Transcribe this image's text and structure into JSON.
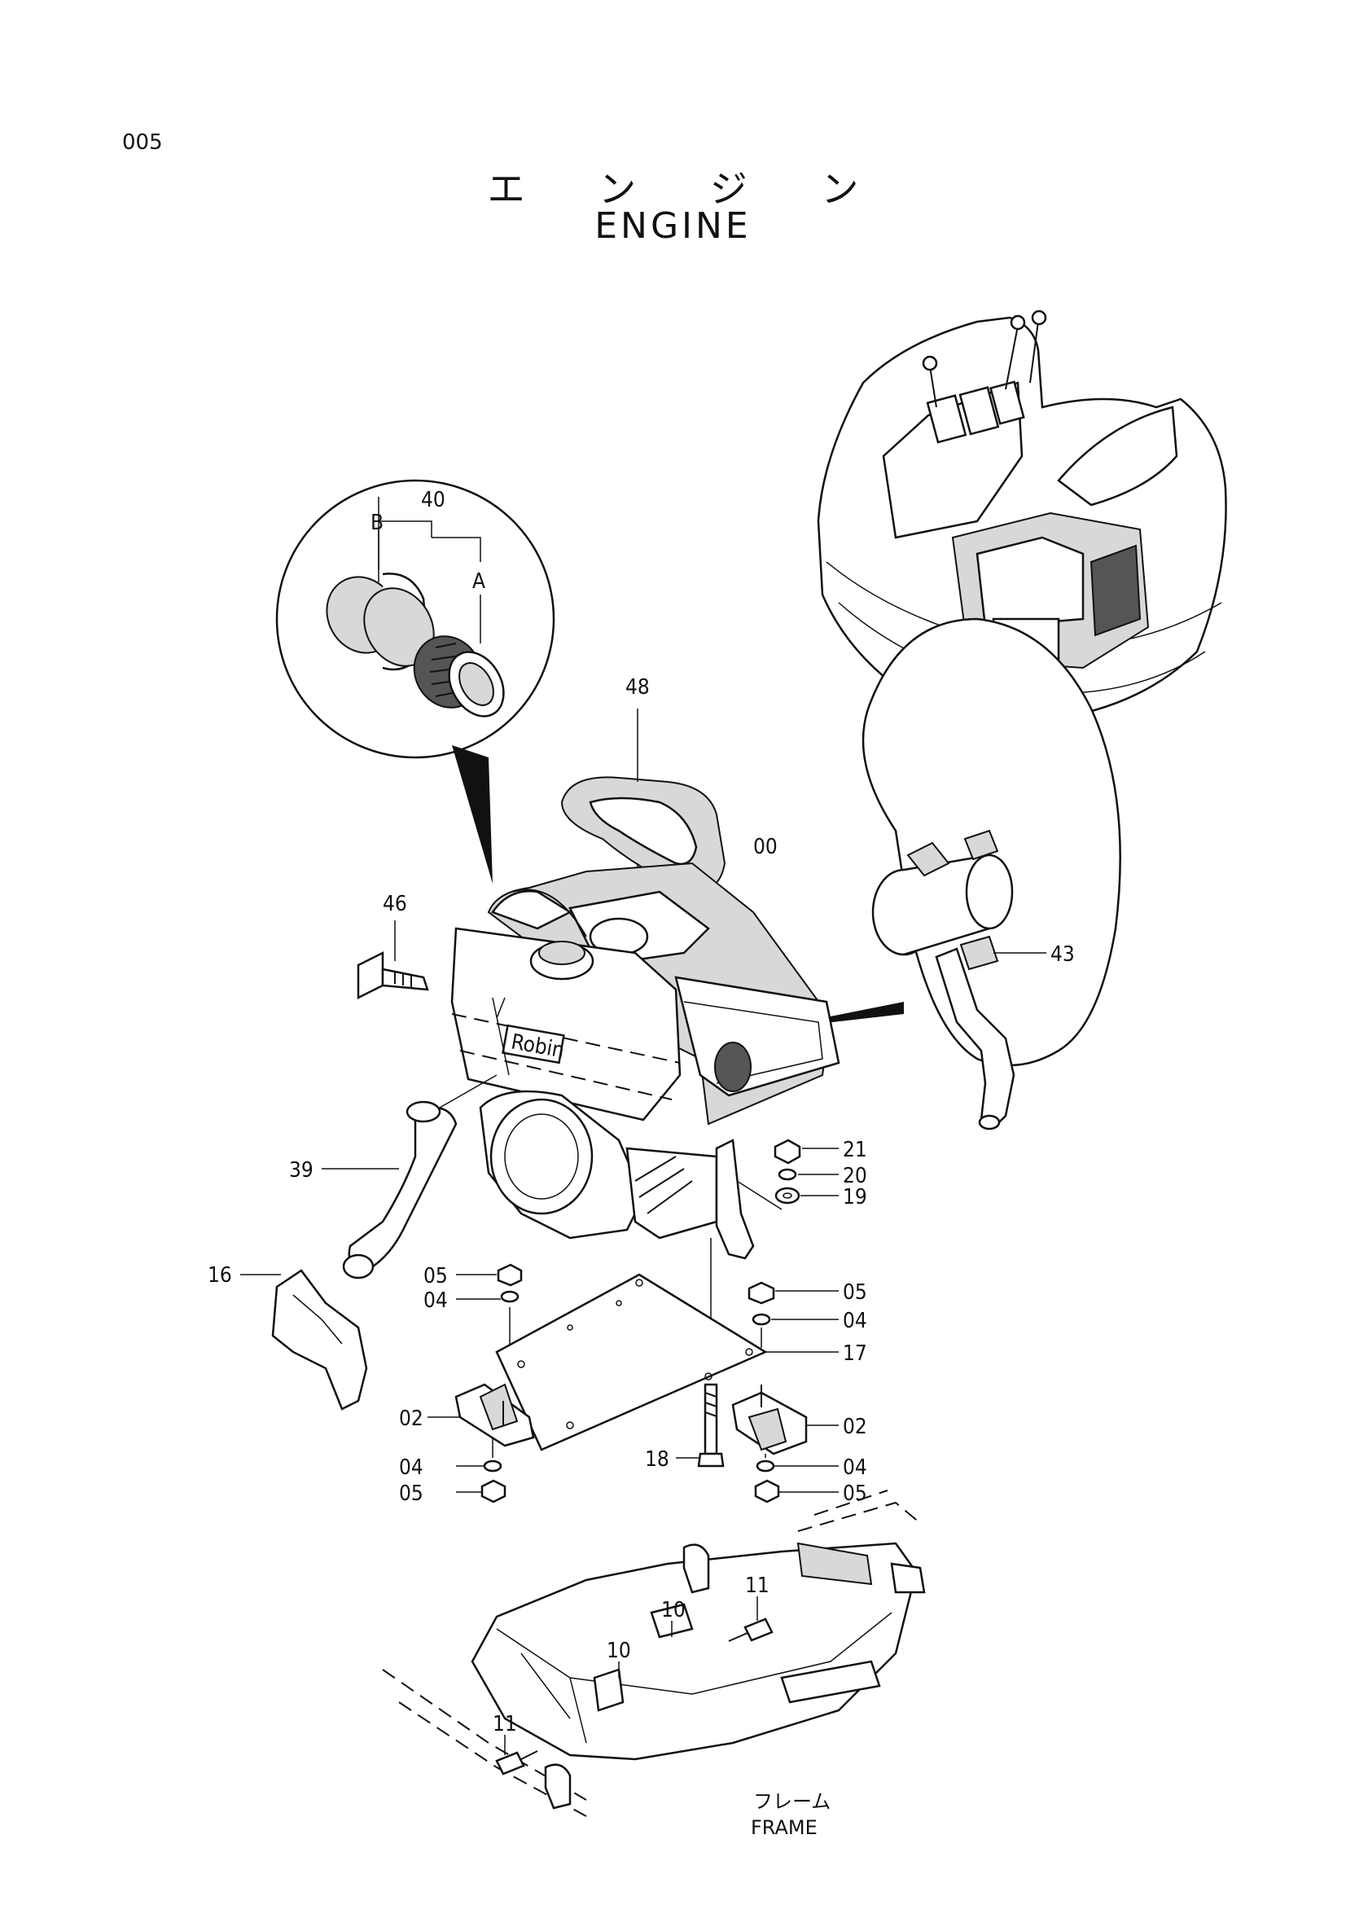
{
  "page": {
    "number": "005"
  },
  "title": {
    "japanese": "エ ン ジ ン",
    "english": "ENGINE"
  },
  "detail_a": {
    "assembly_label": "40",
    "sub_b": "B",
    "sub_a": "A"
  },
  "callouts": {
    "c48": "48",
    "c00": "00",
    "c46": "46",
    "c43": "43",
    "c39": "39",
    "c21": "21",
    "c20": "20",
    "c19": "19",
    "c16": "16",
    "c05_l1": "05",
    "c04_l1": "04",
    "c05_r1": "05",
    "c04_r1": "04",
    "c17": "17",
    "c02_l": "02",
    "c02_r": "02",
    "c18": "18",
    "c04_l2": "04",
    "c05_l2": "05",
    "c04_r2": "04",
    "c05_r2": "05",
    "c11_a": "11",
    "c10_a": "10",
    "c10_b": "10",
    "c11_b": "11"
  },
  "frame": {
    "label_jp": "フレーム",
    "label_en": "FRAME"
  },
  "engine_brand": "Robin"
}
